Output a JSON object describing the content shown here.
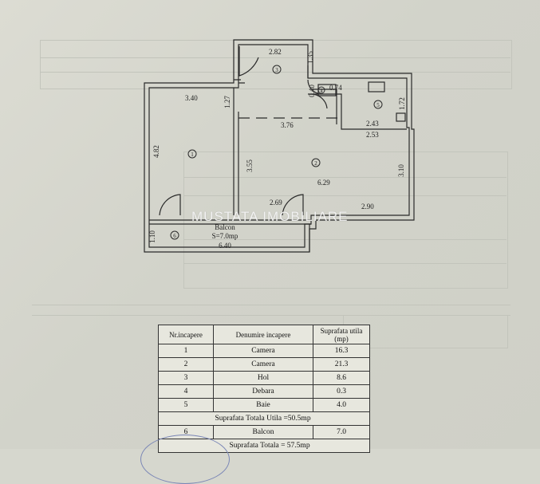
{
  "plan": {
    "dimensions": {
      "hol_top": "2.82",
      "hol_right": "1.35",
      "camera1_top": "3.40",
      "hol_left": "1.27",
      "debara_height": "0.40",
      "debara_width": "0.74",
      "baie_height": "1.72",
      "baie_width": "2.43",
      "baie_bottom": "2.53",
      "corridor_width": "3.76",
      "camera1_height": "4.82",
      "camera2_height": "3.55",
      "camera2_width": "6.29",
      "camera2_right": "3.10",
      "camera2_door": "2.69",
      "camera2_bottom": "2.90",
      "balcon_depth": "1.10",
      "balcon_width": "6.40"
    },
    "room_numbers": {
      "r1": "1",
      "r2": "2",
      "r3": "3",
      "r4": "4",
      "r5": "5",
      "r6": "6"
    },
    "balcon_label": "Balcon",
    "balcon_area": "S=7.0mp"
  },
  "watermark": "MUSTATA IMOBILIARE",
  "table": {
    "headers": [
      "Nr.incapere",
      "Denumire incapere",
      "Suprafata utila (mp)"
    ],
    "rows": [
      {
        "nr": "1",
        "name": "Camera",
        "area": "16.3"
      },
      {
        "nr": "2",
        "name": "Camera",
        "area": "21.3"
      },
      {
        "nr": "3",
        "name": "Hol",
        "area": "8.6"
      },
      {
        "nr": "4",
        "name": "Debara",
        "area": "0.3"
      },
      {
        "nr": "5",
        "name": "Baie",
        "area": "4.0"
      }
    ],
    "total_utila": "Suprafata Totala Utila =50.5mp",
    "balcon_row": {
      "nr": "6",
      "name": "Balcon",
      "area": "7.0"
    },
    "total": "Suprafata Totala = 57.5mp"
  },
  "colors": {
    "paper": "#d6d7ce",
    "ink": "#222222",
    "stamp": "#7a86b6"
  }
}
